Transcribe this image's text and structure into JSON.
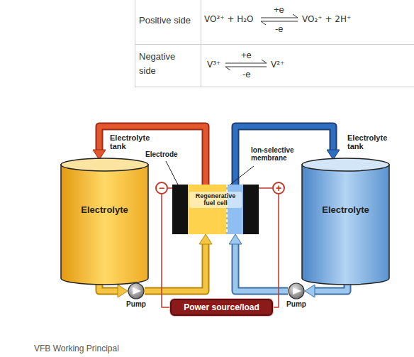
{
  "diagram": {
    "caption": "VFB Working Principal",
    "nodes": [
      {
        "text": [
          "Electrolyte tank",
          "Electrolyte"
        ]
      },
      {
        "text": [
          "−"
        ]
      },
      {
        "text": [
          "Regenerative fuel cell"
        ]
      },
      {
        "text": [
          "+"
        ]
      },
      {
        "text": [
          "Electrolyte tank",
          "Electrolyte"
        ]
      },
      {
        "text": [
          "Pump"
        ]
      },
      {
        "text": [
          "Power source/load"
        ]
      },
      {
        "text": [
          "Pump"
        ]
      }
    ],
    "edges": [
      {
        "from": 0,
        "to": 5,
        "arrow": "to"
      },
      {
        "from": 5,
        "to": 2,
        "arrow": "to"
      },
      {
        "from": 2,
        "to": 0,
        "arrow": "to"
      },
      {
        "from": 4,
        "to": 7,
        "arrow": "to"
      },
      {
        "from": 7,
        "to": 2,
        "arrow": "to"
      },
      {
        "from": 2,
        "to": 4,
        "arrow": "to"
      },
      {
        "from": 1,
        "to": 6,
        "arrow": "none"
      },
      {
        "from": 6,
        "to": 3,
        "arrow": "none"
      }
    ],
    "labels": [
      "Positive side",
      "VO²⁺ + H₂O",
      "+e",
      "-e",
      "VO₂⁺ + 2H⁺",
      "Negative side",
      "V³⁺",
      "+e",
      "-e",
      "V²⁺",
      "Electrode",
      "Ion-selective membrane"
    ]
  }
}
